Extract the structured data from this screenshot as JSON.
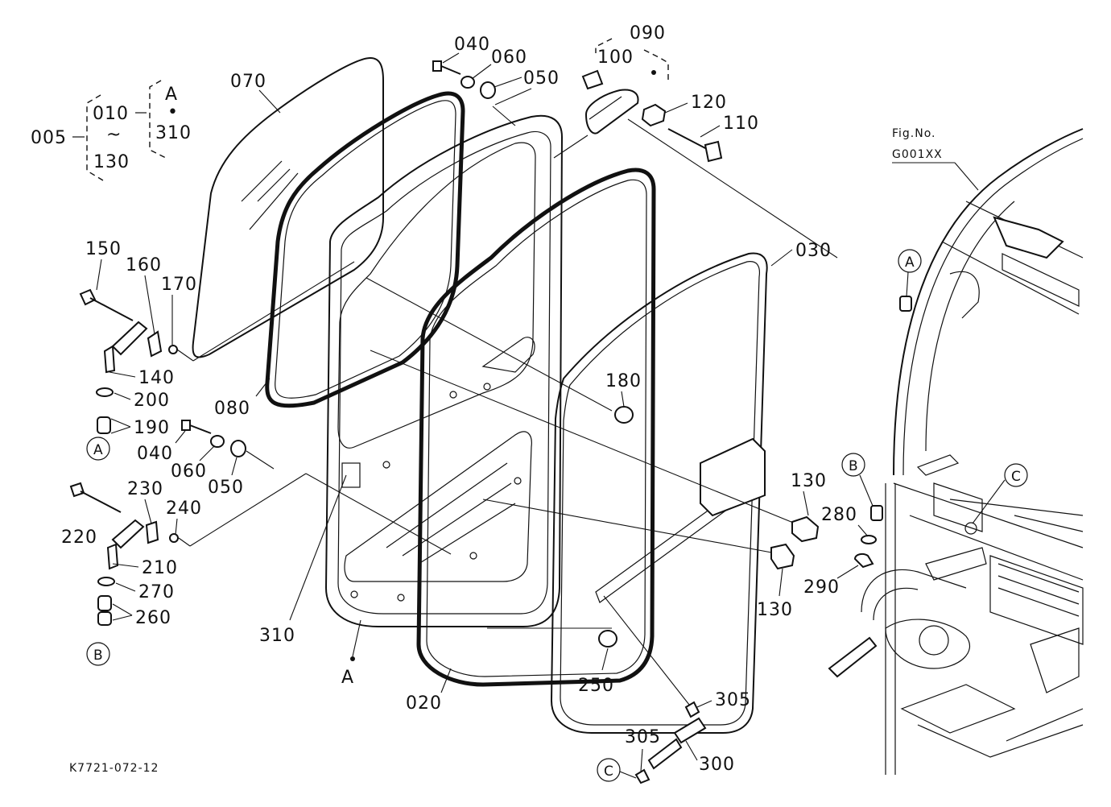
{
  "figure_ref": {
    "line1": "Fig.No.",
    "line2": "G001XX"
  },
  "doc_code": "K7721-072-12",
  "assembly": {
    "main": "005",
    "range_start": "010",
    "range_tilde": "~",
    "range_end": "130",
    "alt_ref": "A",
    "alt_dot": "•",
    "alt_part": "310"
  },
  "group_090": {
    "main": "090",
    "sub": "100"
  },
  "callouts": {
    "p040a": "040",
    "p060a": "060",
    "p050a": "050",
    "p070": "070",
    "p120": "120",
    "p110": "110",
    "p030": "030",
    "p150": "150",
    "p160": "160",
    "p170": "170",
    "p140": "140",
    "p200": "200",
    "p190": "190",
    "p080": "080",
    "p180": "180",
    "p040b": "040",
    "p060b": "060",
    "p050b": "050",
    "p230": "230",
    "p240": "240",
    "p220": "220",
    "p210": "210",
    "p270": "270",
    "p260": "260",
    "p310": "310",
    "p020": "020",
    "p250": "250",
    "p130a": "130",
    "p130b": "130",
    "p280": "280",
    "p290": "290",
    "p305a": "305",
    "p305b": "305",
    "p300": "300"
  },
  "refs": {
    "a_circle1": "A",
    "b_circle1": "B",
    "a_plain": "A",
    "a_circle2": "A",
    "b_circle2": "B",
    "c_circle1": "C",
    "c_circle2": "C"
  }
}
